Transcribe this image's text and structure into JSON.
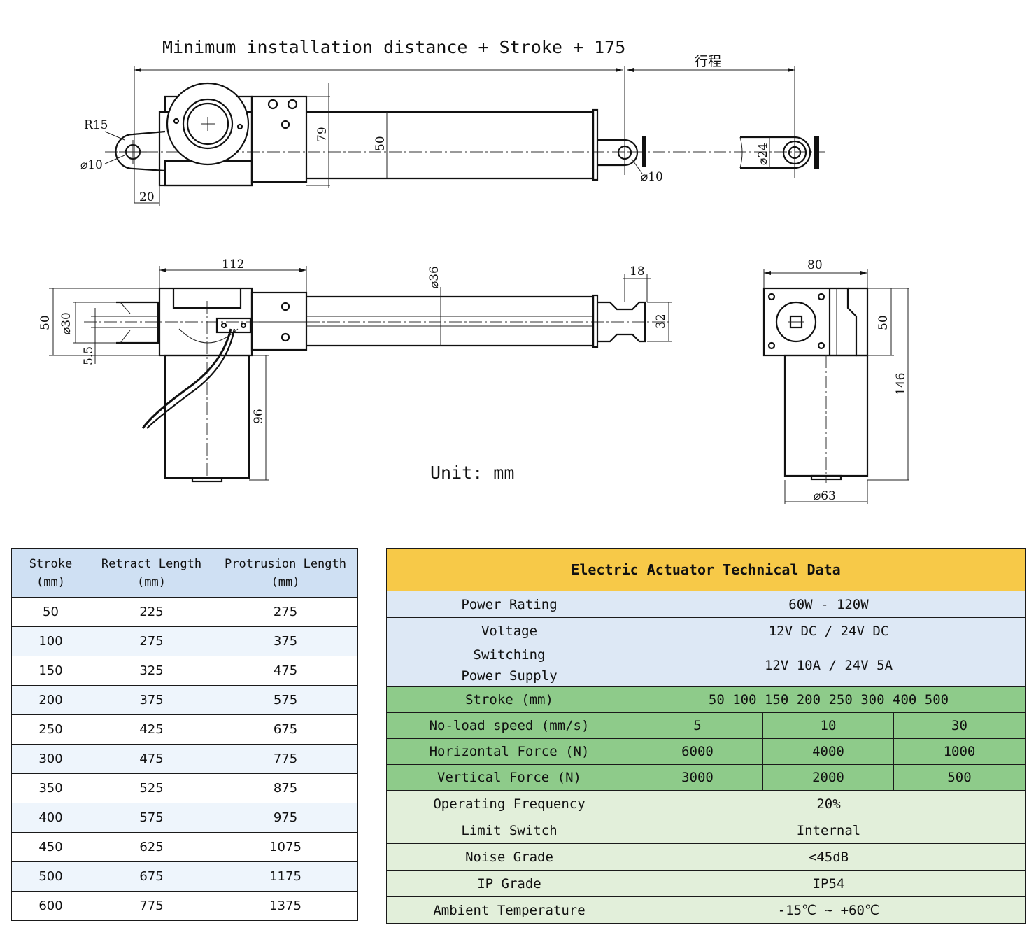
{
  "drawing": {
    "top_caption": "Minimum installation distance + Stroke + 175",
    "stroke_cn": "行程",
    "dims": {
      "r15": "R15",
      "d10_left": "⌀10",
      "d20": "20",
      "d79": "79",
      "d50_body": "50",
      "d10_rod": "⌀10",
      "d24": "⌀24",
      "d112": "112",
      "d36": "⌀36",
      "d18": "18",
      "d32": "32",
      "d50_side": "50",
      "d30": "⌀30",
      "d5_5": "5.5",
      "d96": "96",
      "d80": "80",
      "d50_end": "50",
      "d146": "146",
      "d63": "⌀63"
    },
    "unit": "Unit: mm"
  },
  "stroke_table": {
    "headers": [
      [
        "Stroke",
        "(mm)"
      ],
      [
        "Retract Length",
        "(mm)"
      ],
      [
        "Protrusion Length",
        "(mm)"
      ]
    ],
    "rows": [
      [
        "50",
        "225",
        "275"
      ],
      [
        "100",
        "275",
        "375"
      ],
      [
        "150",
        "325",
        "475"
      ],
      [
        "200",
        "375",
        "575"
      ],
      [
        "250",
        "425",
        "675"
      ],
      [
        "300",
        "475",
        "775"
      ],
      [
        "350",
        "525",
        "875"
      ],
      [
        "400",
        "575",
        "975"
      ],
      [
        "450",
        "625",
        "1075"
      ],
      [
        "500",
        "675",
        "1175"
      ],
      [
        "600",
        "775",
        "1375"
      ]
    ]
  },
  "spec_table": {
    "title": "Electric Actuator Technical Data",
    "power_rating": {
      "label": "Power Rating",
      "value": "60W - 120W"
    },
    "voltage": {
      "label": "Voltage",
      "value": "12V DC / 24V DC"
    },
    "switching": {
      "label_line1": "Switching",
      "label_line2": "Power Supply",
      "value": "12V 10A / 24V 5A"
    },
    "stroke": {
      "label": "Stroke (mm)",
      "value": "50 100 150 200 250 300 400 500"
    },
    "speed": {
      "label": "No-load speed (mm/s)",
      "values": [
        "5",
        "10",
        "30"
      ]
    },
    "hforce": {
      "label": "Horizontal Force (N)",
      "values": [
        "6000",
        "4000",
        "1000"
      ]
    },
    "vforce": {
      "label": "Vertical Force (N)",
      "values": [
        "3000",
        "2000",
        "500"
      ]
    },
    "frequency": {
      "label": "Operating Frequency",
      "value": "20%"
    },
    "limit": {
      "label": "Limit Switch",
      "value": "Internal"
    },
    "noise": {
      "label": "Noise Grade",
      "value": "<45dB"
    },
    "ip": {
      "label": "IP Grade",
      "value": "IP54"
    },
    "temp": {
      "label": "Ambient Temperature",
      "value": "-15℃ ~ +60℃"
    }
  }
}
